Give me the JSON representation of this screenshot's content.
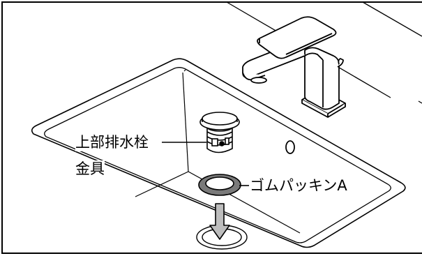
{
  "labels": {
    "drain_fitting_line1": "上部排水栓",
    "drain_fitting_line2": "金具",
    "rubber_packing": "ゴムパッキンA"
  },
  "colors": {
    "line": "#000000",
    "background": "#ffffff",
    "packing_fill": "#7a7a7a",
    "arrow_fill": "#bdbdbd"
  },
  "icons": {
    "arrow": "down-arrow-icon"
  }
}
